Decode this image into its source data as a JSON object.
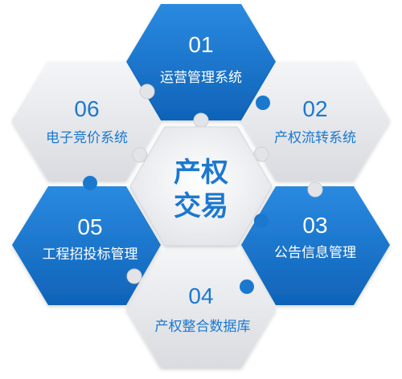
{
  "center": {
    "line1": "产权",
    "line2": "交易"
  },
  "colors": {
    "blue": "#1a78cf",
    "blue_dark": "#0f5fae",
    "gray": "#e6e7ea",
    "gray_dark": "#cfd1d6",
    "text_on_blue": "#ffffff",
    "text_on_gray": "#1a78cf",
    "center_text": "#1a78cf"
  },
  "modules": [
    {
      "num": "01",
      "label": "运营管理系统",
      "theme": "blue"
    },
    {
      "num": "02",
      "label": "产权流转系统",
      "theme": "gray"
    },
    {
      "num": "03",
      "label": "公告信息管理",
      "theme": "blue"
    },
    {
      "num": "04",
      "label": "产权整合数据库",
      "theme": "gray"
    },
    {
      "num": "05",
      "label": "工程招投标管理",
      "theme": "blue"
    },
    {
      "num": "06",
      "label": "电子竞价系统",
      "theme": "gray"
    }
  ]
}
